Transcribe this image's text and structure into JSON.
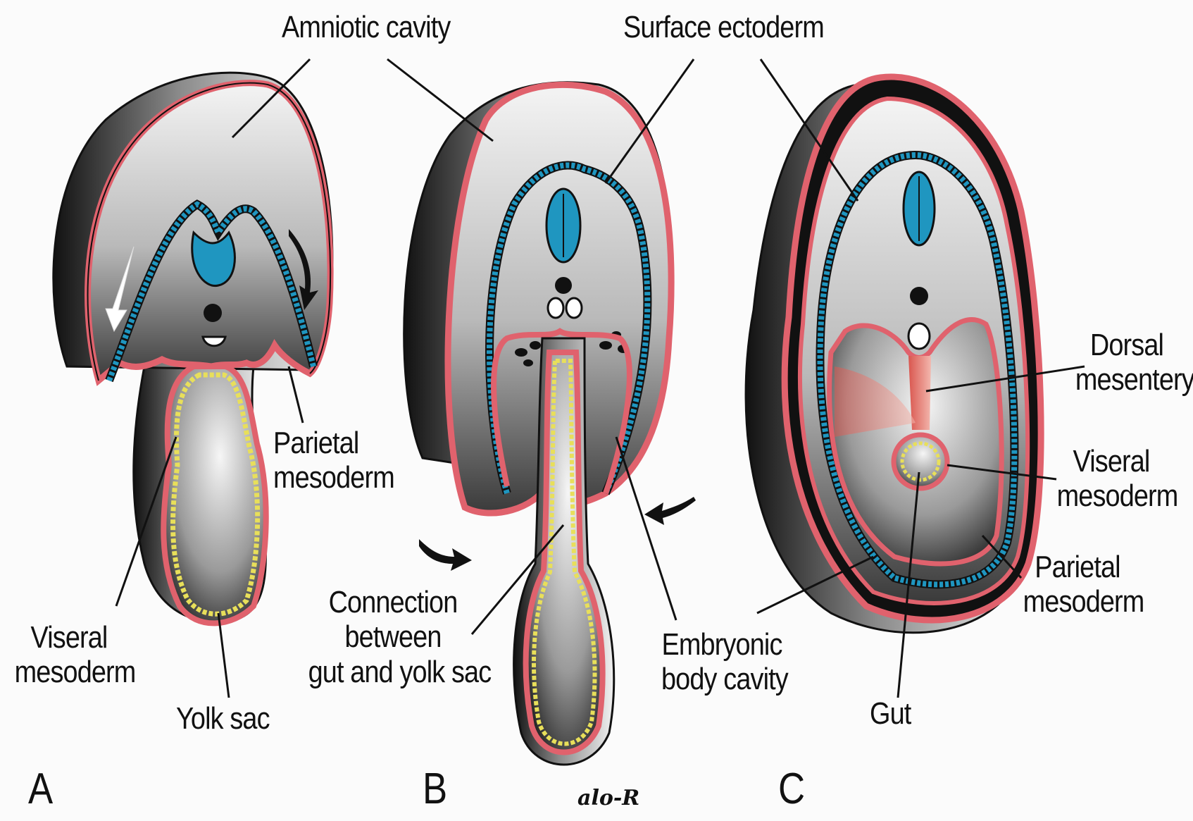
{
  "panels": {
    "a": "A",
    "b": "B",
    "c": "C"
  },
  "labels": {
    "amniotic_cavity": "Amniotic cavity",
    "surface_ectoderm": "Surface ectoderm",
    "parietal_mesoderm_a": [
      "Parietal",
      "mesoderm"
    ],
    "viseral_mesoderm_a": [
      "Viseral",
      "mesoderm"
    ],
    "yolk_sac": "Yolk sac",
    "connection": [
      "Connection",
      "between",
      "gut and yolk sac"
    ],
    "embryonic_body_cavity": [
      "Embryonic",
      "body cavity"
    ],
    "dorsal_mesentery": [
      "Dorsal",
      "mesentery"
    ],
    "viseral_mesoderm_c": [
      "Viseral",
      "mesoderm"
    ],
    "parietal_mesoderm_c": [
      "Parietal",
      "mesoderm"
    ],
    "gut": "Gut"
  },
  "signature": "alo-R",
  "colors": {
    "mesoderm": "#e0626d",
    "ectoderm": "#1f96c0",
    "endoderm": "#e8df5a",
    "outline": "#111111"
  }
}
